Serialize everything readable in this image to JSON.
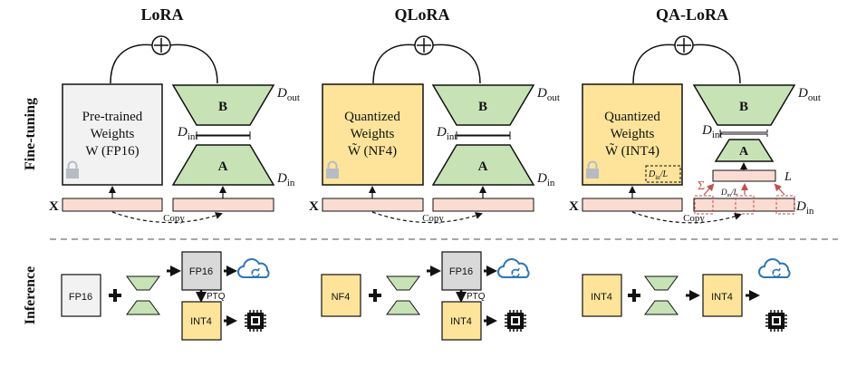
{
  "section_labels": {
    "top": "Fine-tuning",
    "bottom": "Inference"
  },
  "colors": {
    "pretrained_fill": "#f2f2f2",
    "quantized_fill": "#fde49a",
    "adapter_fill": "#c7e3b6",
    "input_fill": "#fbdcd3",
    "input_stroke": "#c0504d",
    "gray_box_fill": "#d9d9d9",
    "cloud_blue": "#2e75b6",
    "text": "#111111"
  },
  "columns": [
    {
      "title": "LoRA",
      "weight_lines": [
        "Pre-trained",
        "Weights",
        "W (FP16)"
      ],
      "b_label": "B",
      "a_label": "A",
      "dout": "D",
      "dout_sub": "out",
      "dint": "D",
      "dint_sub": "int",
      "din": "D",
      "din_sub": "in",
      "x_label": "X",
      "copy_label": "Copy",
      "inference": {
        "box1": "FP16",
        "top_box": "FP16",
        "ptq": "PTQ",
        "bottom_box": "INT4"
      }
    },
    {
      "title": "QLoRA",
      "weight_lines": [
        "Quantized",
        "Weights",
        "W̃ (NF4)"
      ],
      "b_label": "B",
      "a_label": "A",
      "dout": "D",
      "dout_sub": "out",
      "dint": "D",
      "dint_sub": "int",
      "din": "D",
      "din_sub": "in",
      "x_label": "X",
      "copy_label": "Copy",
      "inference": {
        "box1": "NF4",
        "top_box": "FP16",
        "ptq": "PTQ",
        "bottom_box": "INT4"
      }
    },
    {
      "title": "QA-LoRA",
      "weight_lines": [
        "Quantized",
        "Weights",
        "W̃ (INT4)"
      ],
      "b_label": "B",
      "a_label": "A",
      "dout": "D",
      "dout_sub": "out",
      "dint": "D",
      "dint_sub": "int",
      "din": "D",
      "din_sub": "in",
      "x_label": "X",
      "copy_label": "Copy",
      "group_label": "D",
      "group_label_sub": "in",
      "group_label_tail": "/L",
      "sum_label": "Σ",
      "l_label": "L",
      "inference": {
        "box1": "INT4",
        "result_box": "INT4"
      }
    }
  ]
}
